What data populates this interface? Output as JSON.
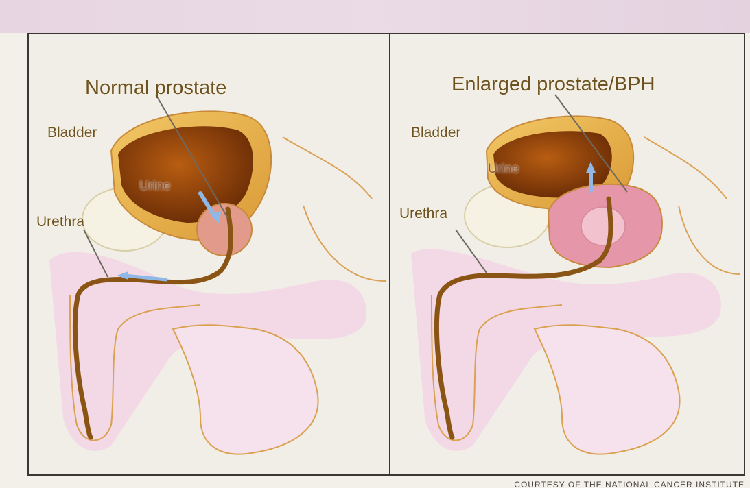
{
  "panels": {
    "normal": {
      "title": "Normal prostate",
      "bladder_label": "Bladder",
      "urine_label": "Urine",
      "urethra_label": "Urethra"
    },
    "enlarged": {
      "title": "Enlarged prostate/BPH",
      "bladder_label": "Bladder",
      "urine_label": "Urine",
      "urethra_label": "Urethra"
    }
  },
  "credit": "COURTESY OF THE NATIONAL CANCER INSTITUTE",
  "colors": {
    "bladder_wall": "#e8b04a",
    "bladder_interior": "#8a3f0c",
    "prostate": "#e59aa0",
    "urethra": "#7a4a10",
    "soft_tissue": "#f0cfe0",
    "outline": "#c88a3a",
    "flow_arrow": "#8fb8e6"
  }
}
